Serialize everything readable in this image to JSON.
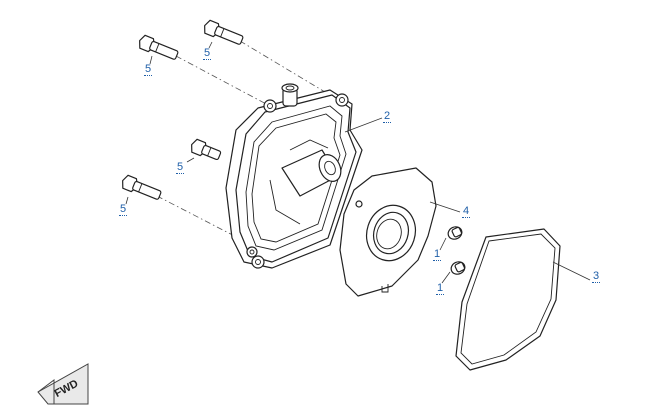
{
  "diagram": {
    "fwd_label": "FWD",
    "callouts": [
      {
        "id": "c5a",
        "number": "5",
        "part": "bolt"
      },
      {
        "id": "c5b",
        "number": "5",
        "part": "bolt"
      },
      {
        "id": "c5c",
        "number": "5",
        "part": "bolt"
      },
      {
        "id": "c5d",
        "number": "5",
        "part": "bolt"
      },
      {
        "id": "c2",
        "number": "2",
        "part": "cover"
      },
      {
        "id": "c4",
        "number": "4",
        "part": "plate"
      },
      {
        "id": "c1a",
        "number": "1",
        "part": "screw"
      },
      {
        "id": "c1b",
        "number": "1",
        "part": "screw"
      },
      {
        "id": "c3",
        "number": "3",
        "part": "gasket"
      }
    ],
    "colors": {
      "callout": "#1f5fa8",
      "line": "#222222",
      "arrow_fill": "#e9e9e9"
    }
  }
}
